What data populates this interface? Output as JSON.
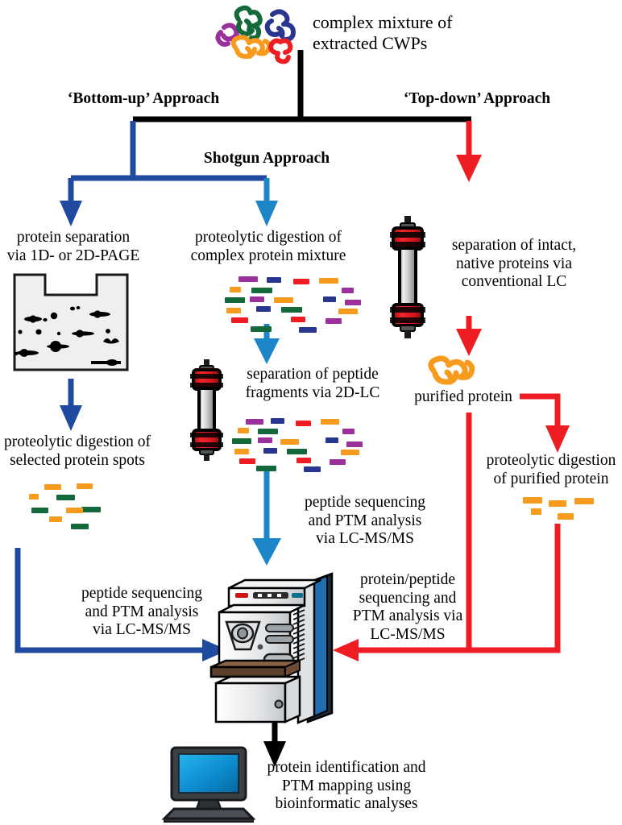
{
  "diagram": {
    "title": "Proteomics workflow for cell wall proteins (CWPs)",
    "colors": {
      "black": "#000000",
      "bottom_up_blue": "#1f4aa0",
      "shotgun_blue": "#1c86c8",
      "top_down_red": "#ee1c23",
      "protein_purple": "#9b2f9b",
      "protein_green": "#14693a",
      "protein_navy": "#29368f",
      "protein_orange": "#f79b1e",
      "protein_red": "#ee1c23",
      "gel_fill": "#efefef",
      "lc_cap_red": "#e31b23",
      "monitor_screen": "#0f9fe0"
    },
    "nodes": {
      "source": {
        "label": "complex mixture of\nextracted CWPs",
        "icon": "protein-mixture-icon"
      },
      "branch_bottom_up": {
        "label": "‘Bottom-up’ Approach"
      },
      "branch_top_down": {
        "label": "‘Top-down’ Approach"
      },
      "branch_shotgun": {
        "label": "Shotgun Approach"
      },
      "gel_step": {
        "label": "protein separation\nvia 1D- or 2D-PAGE",
        "icon": "gel-electrophoresis-icon"
      },
      "gel_digest_step": {
        "label": "proteolytic digestion of\nselected protein spots",
        "icon": "peptide-fragments-icon"
      },
      "bottom_up_ms_arrow": {
        "label": "peptide sequencing\nand PTM analysis\nvia LC-MS/MS"
      },
      "shotgun_digest_step": {
        "label": "proteolytic digestion of\ncomplex protein mixture",
        "icon": "peptide-fragments-icon"
      },
      "twod_lc_step": {
        "label": "separation of peptide\nfragments via 2D-LC",
        "icon": "lc-column-icon"
      },
      "shotgun_ms_arrow": {
        "label": "peptide sequencing\nand PTM analysis\nvia LC-MS/MS"
      },
      "native_lc_step": {
        "label": "separation of intact,\nnative proteins via\nconventional LC",
        "icon": "lc-column-icon"
      },
      "purified_protein": {
        "label": "purified protein",
        "icon": "orange-protein-icon"
      },
      "purified_digest_step": {
        "label": "proteolytic digestion\nof purified protein",
        "icon": "peptide-fragments-icon"
      },
      "top_down_ms_arrow": {
        "label": "protein/peptide\nsequencing and\nPTM analysis via\nLC-MS/MS"
      },
      "mass_spectrometer": {
        "icon": "mass-spectrometer-icon"
      },
      "bioinformatics": {
        "label": "protein identification and\nPTM mapping using\nbioinformatic analyses",
        "icon": "computer-monitor-icon"
      }
    },
    "protein_blobs_source": [
      {
        "name": "purple-protein",
        "color": "#9b2f9b"
      },
      {
        "name": "green-protein",
        "color": "#14693a"
      },
      {
        "name": "navy-protein",
        "color": "#29368f"
      },
      {
        "name": "orange-protein",
        "color": "#f79b1e"
      },
      {
        "name": "red-protein",
        "color": "#ee1c23"
      }
    ],
    "peptide_palette_full": [
      "#9b2f9b",
      "#29368f",
      "#ee1c23",
      "#f79b1e",
      "#14693a"
    ],
    "peptide_palette_gel": [
      "#f79b1e",
      "#14693a"
    ],
    "peptide_palette_purified": [
      "#f79b1e"
    ]
  }
}
